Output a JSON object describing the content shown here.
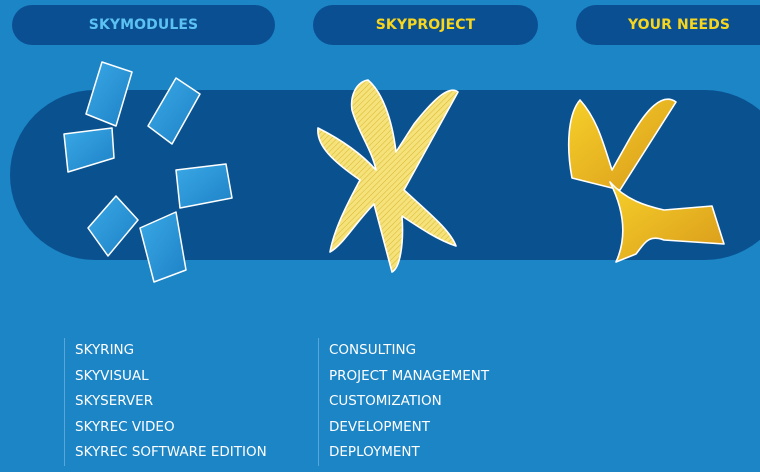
{
  "tabs": [
    {
      "label": "SKYMODULES",
      "color": "#5cc2f2"
    },
    {
      "label": "SKYPROJECT",
      "color": "#f8d61c"
    },
    {
      "label": "YOUR NEEDS",
      "color": "#f8d61c"
    }
  ],
  "modules": [
    "SKYRING",
    "SKYVISUAL",
    "SKYSERVER",
    "SKYREC VIDEO",
    "SKYREC SOFTWARE EDITION"
  ],
  "services": [
    "CONSULTING",
    "PROJECT MANAGEMENT",
    "CUSTOMIZATION",
    "DEVELOPMENT",
    "DEPLOYMENT"
  ],
  "colors": {
    "background": "#1c85c6",
    "band": "#0a528f",
    "pill": "#0b4f93",
    "tile": "#2796d6",
    "star": "#f3dc6b",
    "arrow": "#e6b31e"
  },
  "icons": [
    "diamond-tiles-icon",
    "yellow-star-icon",
    "converging-arrows-icon"
  ]
}
